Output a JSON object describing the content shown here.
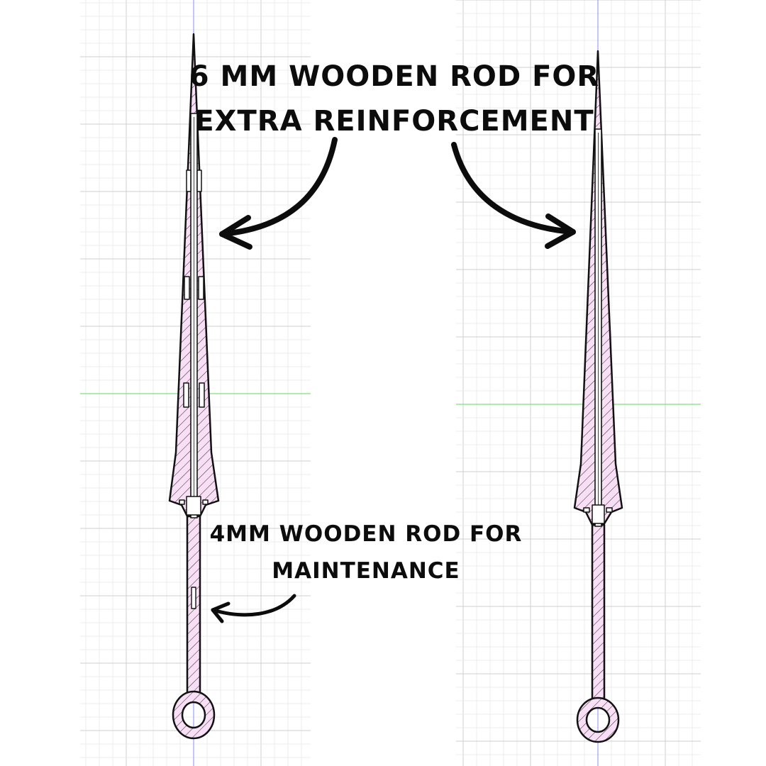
{
  "colors": {
    "background": "#ffffff",
    "grid_minor": "#e7e7e7",
    "grid_major": "#cfcfcf",
    "axis_vertical": "#8c8cff",
    "axis_horizontal": "#7fe07f",
    "part_fill": "#f8dff5",
    "hatch": "#2a2a2a",
    "outline": "#111111",
    "annotation": "#0c0c0c"
  },
  "annotations": {
    "top": {
      "line1": "6 MM WOODEN ROD FOR",
      "line2": "EXTRA REINFORCEMENT"
    },
    "bottom": {
      "line1": "4MM WOODEN ROD FOR",
      "line2": "MAINTENANCE"
    }
  }
}
